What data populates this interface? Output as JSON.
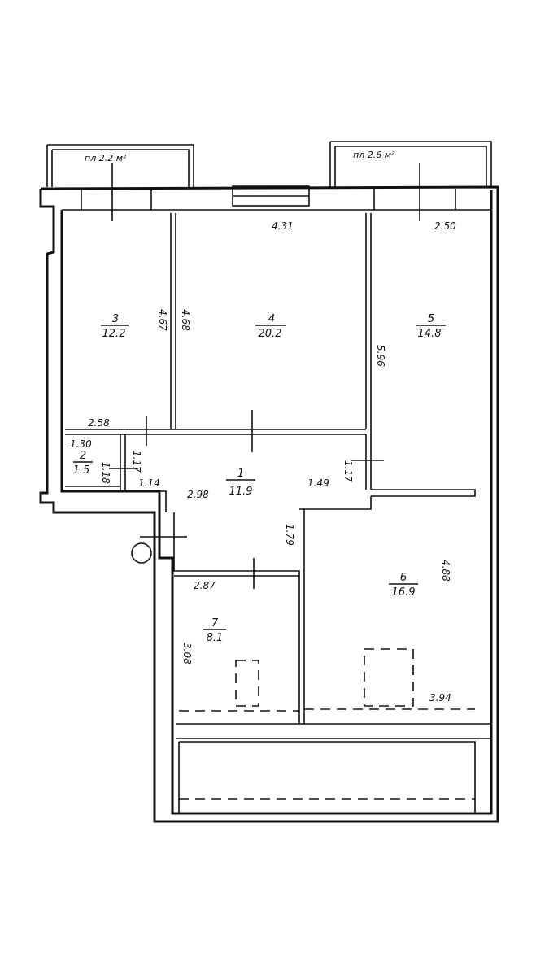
{
  "balconies": [
    {
      "label": "пл 2.2 м²"
    },
    {
      "label": "пл 2.6 м²"
    }
  ],
  "rooms": [
    {
      "number": "1",
      "area": "11.9"
    },
    {
      "number": "2",
      "area": "1.5"
    },
    {
      "number": "3",
      "area": "12.2"
    },
    {
      "number": "4",
      "area": "20.2"
    },
    {
      "number": "5",
      "area": "14.8"
    },
    {
      "number": "6",
      "area": "16.9"
    },
    {
      "number": "7",
      "area": "8.1"
    }
  ],
  "dimensions": {
    "room4_width": "4.31",
    "room5_width": "2.50",
    "room3_height": "4.67",
    "room4_height": "4.68",
    "room5_height": "5.96",
    "room3_width": "2.58",
    "room2_width": "1.30",
    "room2_height": "1.18",
    "hall_left": "1.17",
    "hall_left_bottom": "1.14",
    "hall_width": "2.98",
    "hall_right": "1.49",
    "hall_right_height": "1.17",
    "hall_lower": "1.79",
    "room7_width": "2.87",
    "room7_height": "3.08",
    "room6_height": "4.88",
    "room6_width": "3.94"
  }
}
